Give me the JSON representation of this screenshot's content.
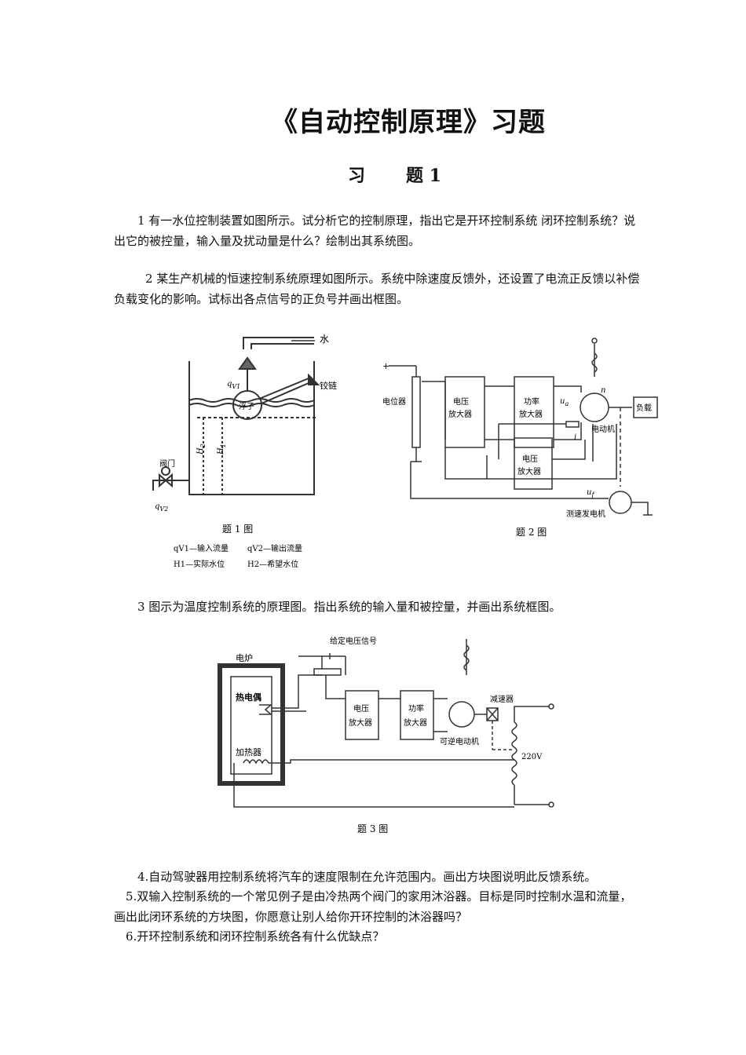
{
  "doc": {
    "title": "《自动控制原理》习题",
    "section_a": "习",
    "section_b": "题 1"
  },
  "questions": {
    "q1": "1 有一水位控制装置如图所示。试分析它的控制原理，指出它是开环控制系统 闭环控制系统？说出它的被控量，输入量及扰动量是什么？绘制出其系统图。",
    "q2": "2 某生产机械的恒速控制系统原理如图所示。系统中除速度反馈外，还设置了电流正反馈以补偿负载变化的影响。试标出各点信号的正负号并画出框图。",
    "q3": "3 图示为温度控制系统的原理图。指出系统的输入量和被控量，并画出系统框图。",
    "q4": "4.自动驾驶器用控制系统将汽车的速度限制在允许范围内。画出方块图说明此反馈系统。",
    "q5": "5.双输入控制系统的一个常见例子是由冷热两个阀门的家用沐浴器。目标是同时控制水温和流量，画出此闭环系统的方块图，你愿意让别人给你开环控制的沐浴器吗？",
    "q6": "6.开环控制系统和闭环控制系统各有什么优缺点？"
  },
  "fig1": {
    "water": "水",
    "qv1": "q",
    "qv1_sub": "V1",
    "hinge": "铰链",
    "float": "浮子",
    "h2": "H",
    "h2_sub": "2",
    "h1": "H",
    "h1_sub": "1",
    "valve": "阀门",
    "qv2": "q",
    "qv2_sub": "V2",
    "caption": "题 1 图",
    "legend1": "qV1—输入流量",
    "legend2": "qV2—输出流量",
    "legend3": "H1—实际水位",
    "legend4": "H2—希望水位"
  },
  "fig2": {
    "plus": "+",
    "potentiometer": "电位器",
    "volt_amp_line1": "电压",
    "volt_amp_line2": "放大器",
    "power_amp_line1": "功率",
    "power_amp_line2": "放大器",
    "volt_amp2_line1": "电压",
    "volt_amp2_line2": "放大器",
    "ua": "u",
    "ua_sub": "a",
    "motor": "电动机",
    "load": "负载",
    "n": "n",
    "i": "i",
    "uf": "u",
    "uf_sub": "f",
    "tacho": "测速发电机",
    "caption": "题 2 图"
  },
  "fig3": {
    "furnace": "电炉",
    "setpoint": "给定电压信号",
    "thermocouple": "热电偶",
    "heater": "加热器",
    "volt_amp_line1": "电压",
    "volt_amp_line2": "放大器",
    "power_amp_line1": "功率",
    "power_amp_line2": "放大器",
    "reducer": "减速器",
    "rev_motor": "可逆电动机",
    "voltage": "220V",
    "caption": "题 3 图"
  }
}
